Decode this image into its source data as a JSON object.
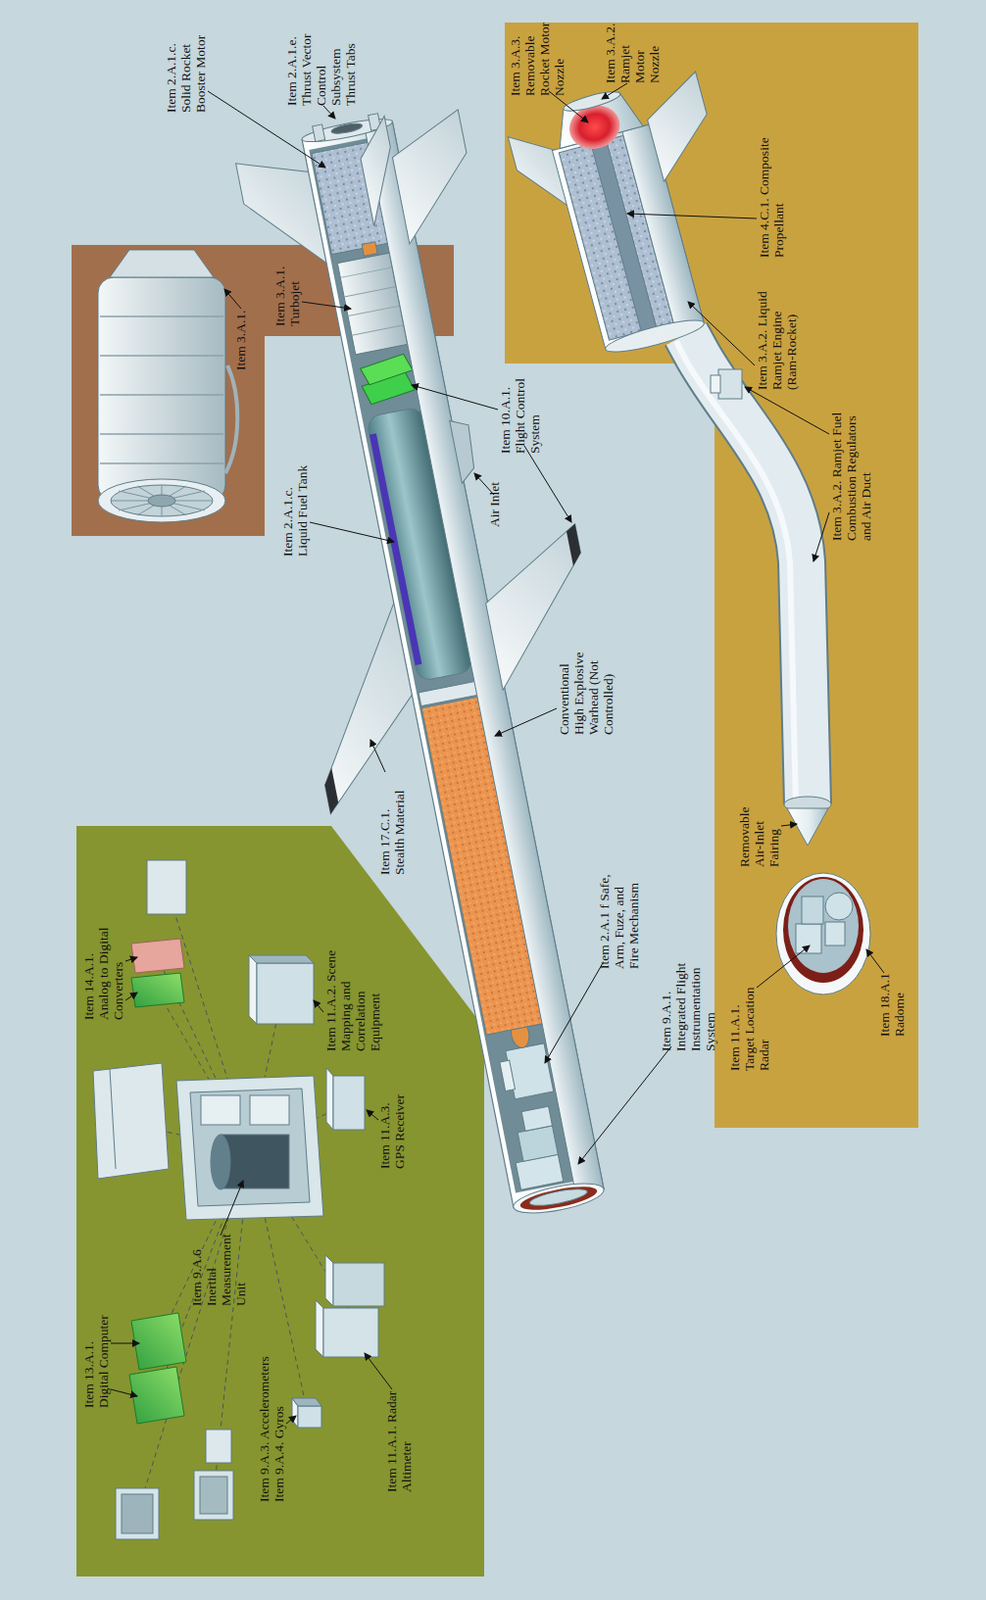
{
  "diagram": {
    "nodes": [
      {
        "text": [
          "Item 13.A.1. Digital Computer",
          "Item 14.A.1. Analog to Digital Converters",
          "Item 9.A.6 Inertial Measurement Unit",
          "Item 9.A.3. Accelerometers Item 9.A.4. Gyros",
          "Item 11.A.2. Scene Mapping and Correlation Equipment",
          "Item 11.A.3. GPS Receiver",
          "Item 11.A.1. Radar Altimeter"
        ]
      },
      {
        "text": [
          "Item 3.A.1.",
          "Item 3.A.1. Turbojet"
        ]
      },
      {
        "text": [
          "Item 3.A.3. Removable Rocket Motor Nozzle",
          "Item 3.A.2. Ramjet Motor Nozzle",
          "Item 11.A.1. Target Location Radar",
          "Removable Air-Inlet Fairing",
          "Item 3.A.2. Liquid Ramjet Engine (Ram-Rocket)",
          "Item 4.C.1. Composite Propellant",
          "Item 3.A.2. Ramjet Fuel Combustion Regulators and Air Duct",
          "Item 18.A.1 Radome"
        ]
      }
    ],
    "labels": [
      "Item 2.A.1.c. Solid Rocket Booster Motor",
      "Item 2.A.1.c. Liquid Fuel Tank",
      "Item 2.A.1.e. Thrust Vector Control Subsystem Thrust Tabs",
      "Item 17.C.1. Stealth Material",
      "Air Inlet",
      "Item 10.A.1. Flight Control System",
      "Conventional High Explosive Warhead (Not Controlled)",
      "Item 2.A.1 f Safe, Arm, Fuze, and Fire Mechanism",
      "Item 9.A.1. Integrated Flight Instrumentation System"
    ]
  }
}
